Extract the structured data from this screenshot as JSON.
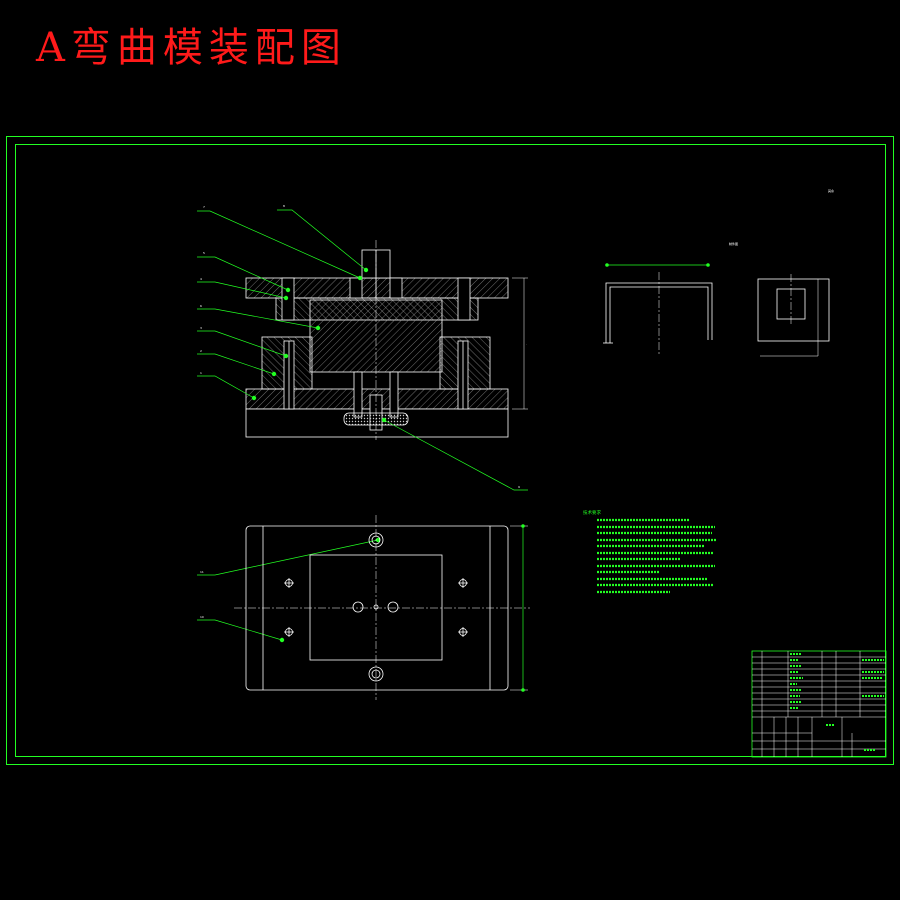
{
  "title": "A弯曲模装配图",
  "colors": {
    "background": "#000000",
    "title": "#ff1a1a",
    "border": "#22ff22",
    "outline": "#ffffff",
    "leader": "#22ff22",
    "centerline": "#ffffff"
  },
  "leader_labels": [
    "7",
    "8",
    "5",
    "4",
    "6",
    "3",
    "2",
    "1",
    "9",
    "11",
    "10"
  ],
  "roughness_note": "其余",
  "part_view_label": "制件图",
  "tech_requirements": {
    "title": "技术要求",
    "lines": []
  }
}
